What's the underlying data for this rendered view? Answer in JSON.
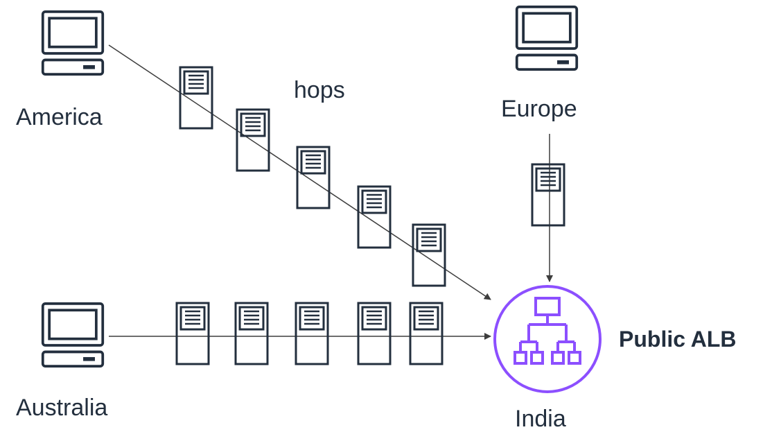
{
  "nodes": {
    "america": {
      "label": "America",
      "icon": "desktop-computer-icon"
    },
    "europe": {
      "label": "Europe",
      "icon": "desktop-computer-icon"
    },
    "australia": {
      "label": "Australia",
      "icon": "desktop-computer-icon"
    },
    "india": {
      "label": "India",
      "icon": "application-load-balancer-icon"
    }
  },
  "annotations": {
    "hops": "hops",
    "alb": "Public ALB"
  },
  "colors": {
    "icon_stroke": "#232f3e",
    "line": "#3d3d3d",
    "alb_accent": "#8c4fff",
    "text": "#232f3e"
  }
}
